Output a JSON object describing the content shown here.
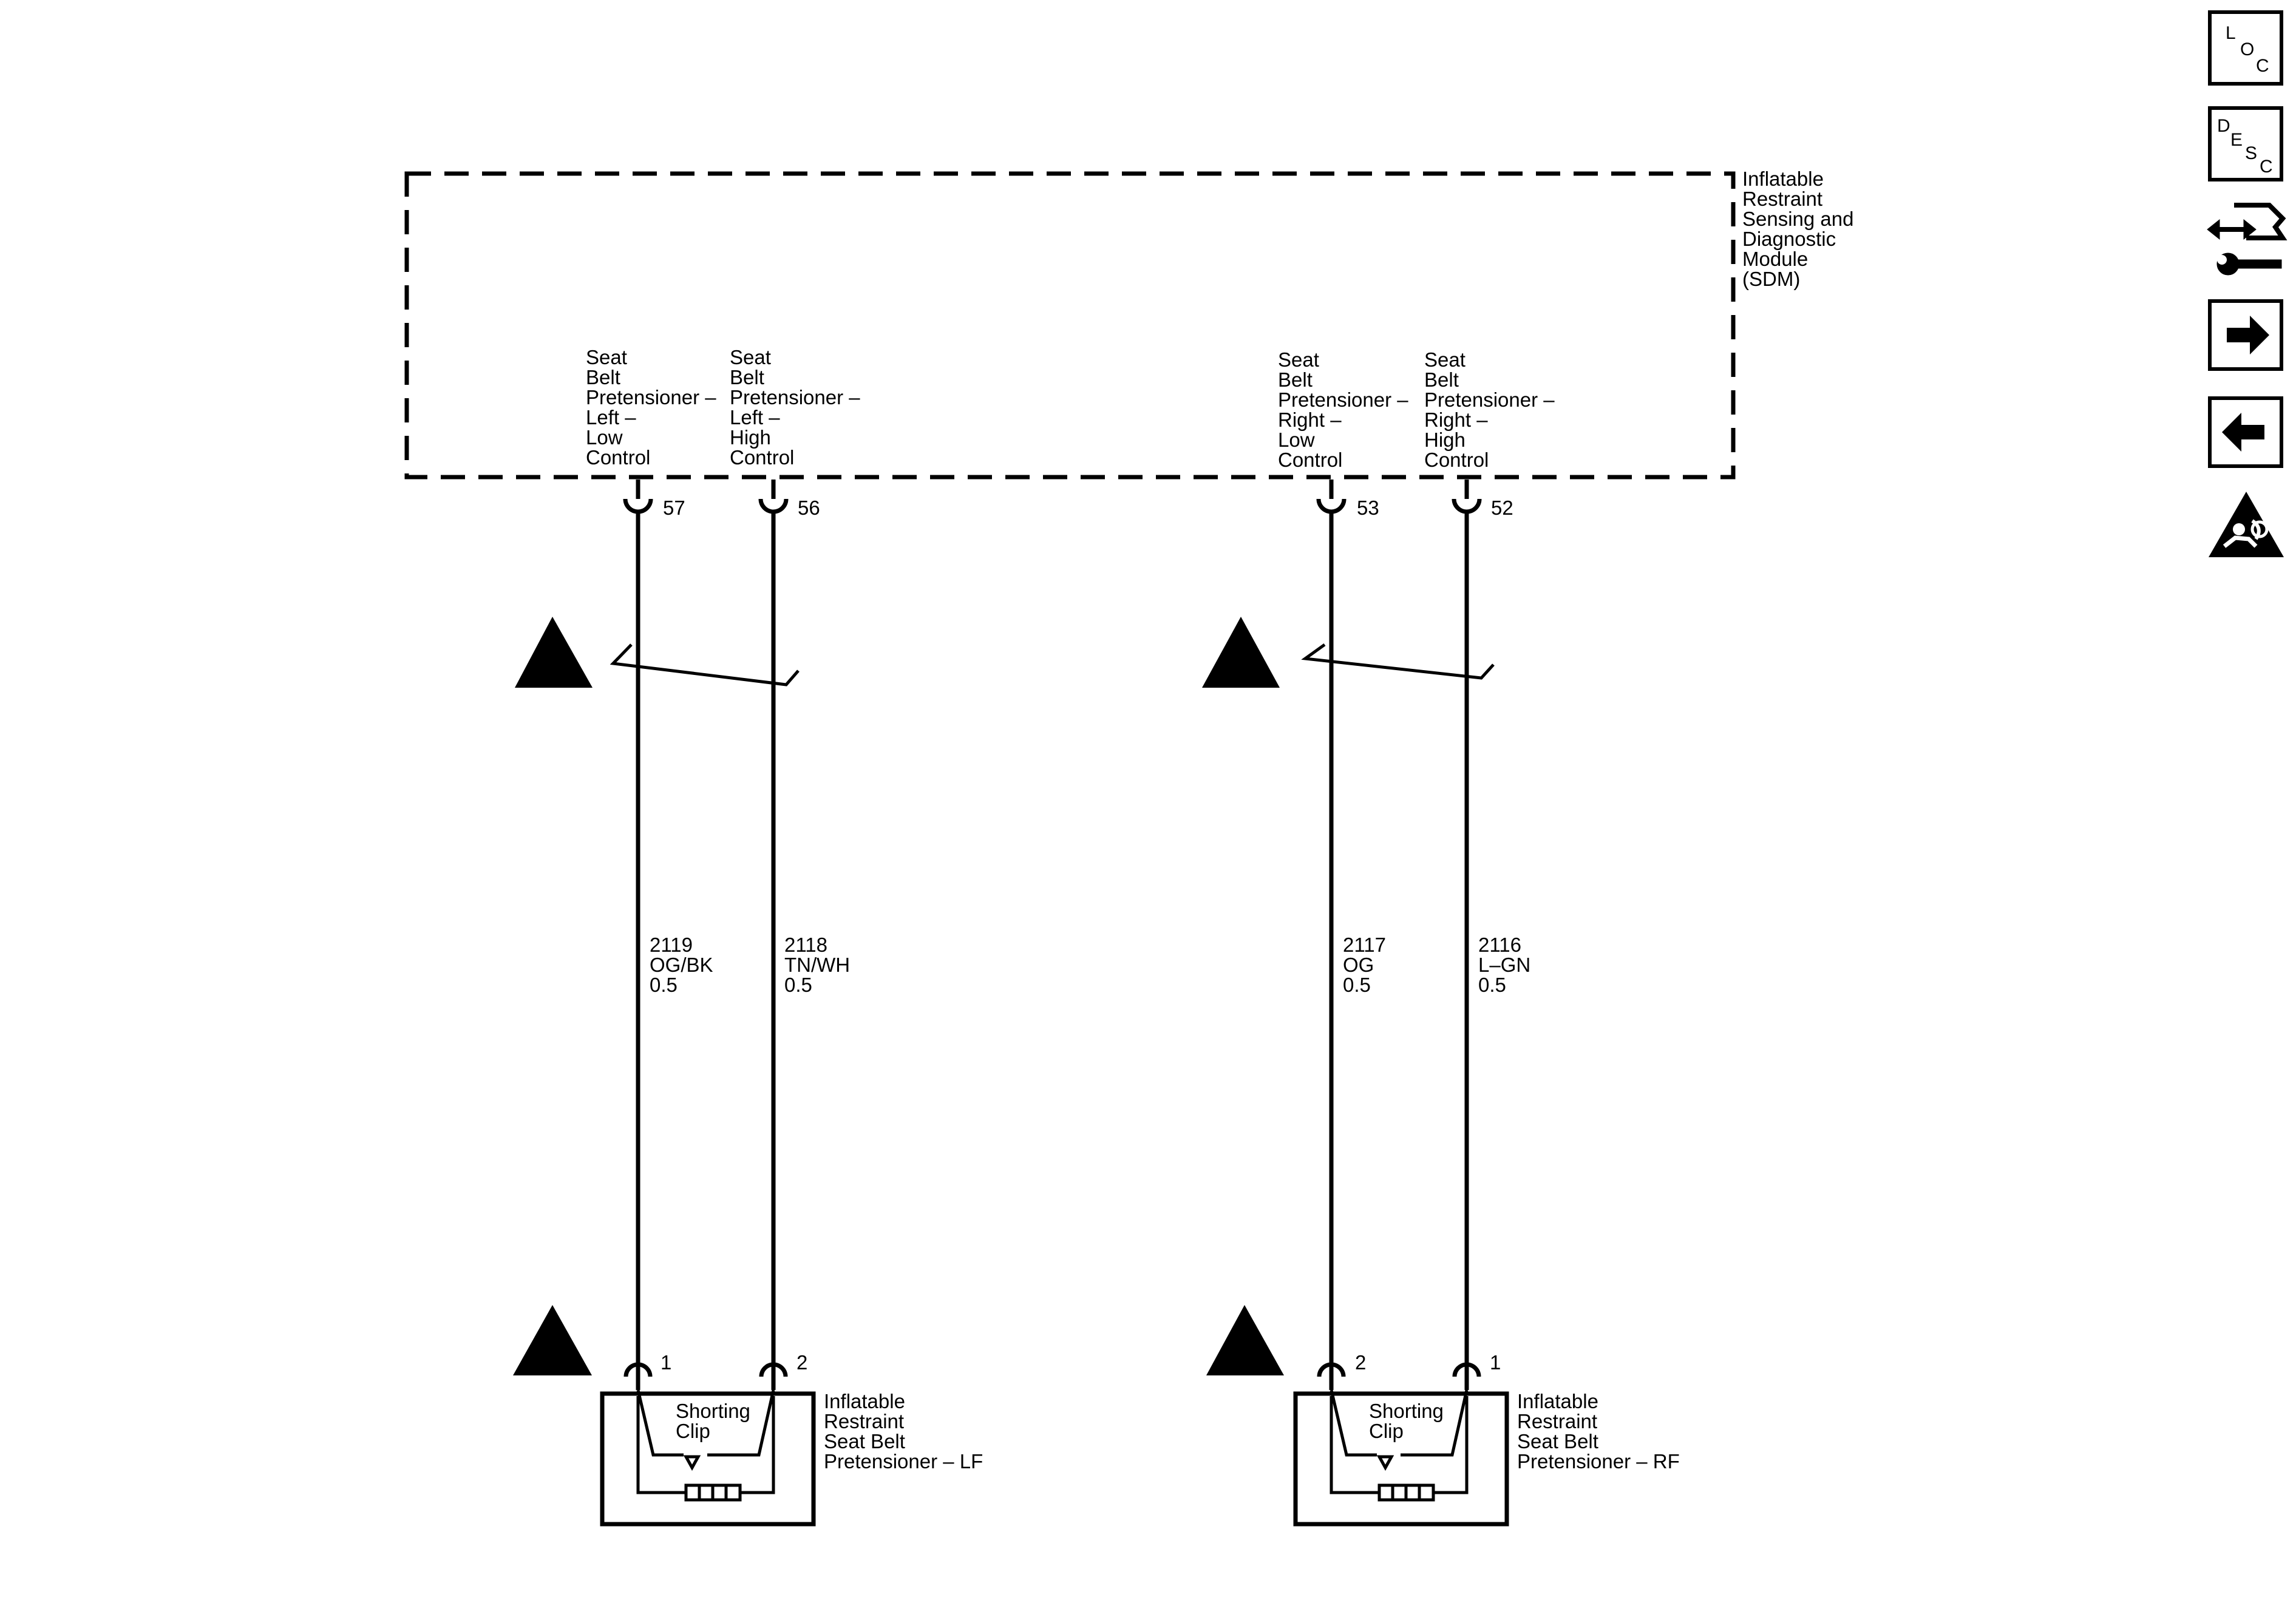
{
  "sdm": {
    "name_lines": [
      "Inflatable",
      "Restraint",
      "Sensing and",
      "Diagnostic",
      "Module",
      "(SDM)"
    ]
  },
  "circuits": [
    {
      "id": "lf_low",
      "label_lines": [
        "Seat",
        "Belt",
        "Pretensioner –",
        "Left –",
        "Low",
        "Control"
      ],
      "sdm_pin": "57",
      "circuit_no": "2119",
      "wire_color": "OG/BK",
      "gauge": "0.5",
      "device_pin": "1"
    },
    {
      "id": "lf_high",
      "label_lines": [
        "Seat",
        "Belt",
        "Pretensioner –",
        "Left –",
        "High",
        "Control"
      ],
      "sdm_pin": "56",
      "circuit_no": "2118",
      "wire_color": "TN/WH",
      "gauge": "0.5",
      "device_pin": "2"
    },
    {
      "id": "rf_low",
      "label_lines": [
        "Seat",
        "Belt",
        "Pretensioner –",
        "Right –",
        "Low",
        "Control"
      ],
      "sdm_pin": "53",
      "circuit_no": "2117",
      "wire_color": "OG",
      "gauge": "0.5",
      "device_pin": "2"
    },
    {
      "id": "rf_high",
      "label_lines": [
        "Seat",
        "Belt",
        "Pretensioner –",
        "Right –",
        "High",
        "Control"
      ],
      "sdm_pin": "52",
      "circuit_no": "2116",
      "wire_color": "L–GN",
      "gauge": "0.5",
      "device_pin": "1"
    }
  ],
  "pretensioners": [
    {
      "id": "lf",
      "name_lines": [
        "Inflatable",
        "Restraint",
        "Seat Belt",
        "Pretensioner – LF"
      ],
      "clip_lines": [
        "Shorting",
        "Clip"
      ]
    },
    {
      "id": "rf",
      "name_lines": [
        "Inflatable",
        "Restraint",
        "Seat Belt",
        "Pretensioner – RF"
      ],
      "clip_lines": [
        "Shorting",
        "Clip"
      ]
    }
  ],
  "sidebar": {
    "loc": [
      "L",
      "O",
      "C"
    ],
    "desc": [
      "D",
      "E",
      "S",
      "C"
    ],
    "icons": [
      "loc-icon",
      "desc-icon",
      "connector-repair-icon",
      "next-arrow-icon",
      "previous-arrow-icon",
      "airbag-warning-icon"
    ]
  },
  "colors": {
    "ink": "#000000",
    "background": "#ffffff"
  }
}
